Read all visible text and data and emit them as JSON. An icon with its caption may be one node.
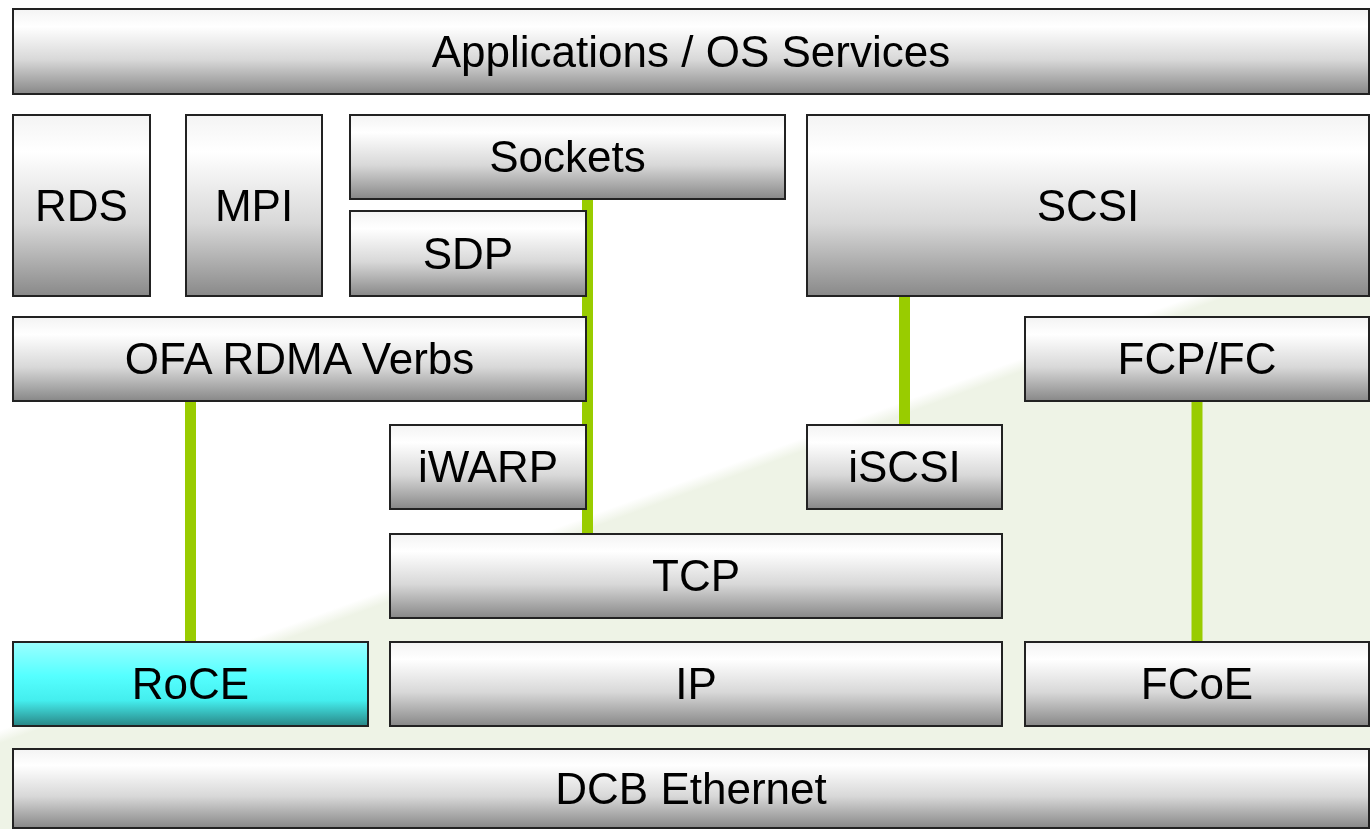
{
  "diagram": {
    "nodes": [
      {
        "text": [
          "Applications / OS Services"
        ]
      },
      {
        "text": [
          "RDS"
        ]
      },
      {
        "text": [
          "MPI"
        ]
      },
      {
        "text": [
          "Sockets"
        ]
      },
      {
        "text": [
          "SCSI"
        ]
      },
      {
        "text": [
          "SDP"
        ]
      },
      {
        "text": [
          "OFA RDMA Verbs"
        ]
      },
      {
        "text": [
          "FCP/FC"
        ]
      },
      {
        "text": [
          "iWARP"
        ]
      },
      {
        "text": [
          "iSCSI"
        ]
      },
      {
        "text": [
          "TCP"
        ]
      },
      {
        "text": [
          "RoCE"
        ]
      },
      {
        "text": [
          "IP"
        ]
      },
      {
        "text": [
          "FCoE"
        ]
      },
      {
        "text": [
          "DCB Ethernet"
        ]
      }
    ],
    "edges": [
      {
        "from": 6,
        "to": 11,
        "arrow": "none"
      },
      {
        "from": 3,
        "to": 10,
        "arrow": "none"
      },
      {
        "from": 4,
        "to": 9,
        "arrow": "none"
      },
      {
        "from": 7,
        "to": 13,
        "arrow": "none"
      }
    ]
  }
}
